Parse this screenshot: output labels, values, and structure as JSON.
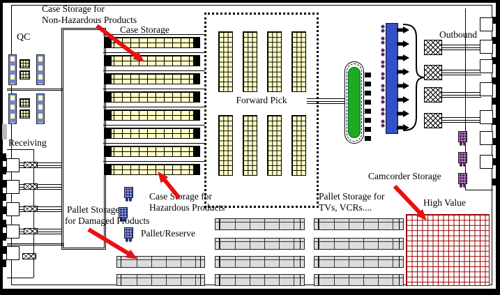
{
  "labels": {
    "qc": "QC",
    "receiving": "Receiving",
    "case_storage": "Case Storage",
    "case_storage_nonhaz_1": "Case Storage for",
    "case_storage_nonhaz_2": "Non-Hazardous Products",
    "forward_pick": "Forward Pick",
    "outbound": "Outbound",
    "case_storage_haz_1": "Case Storage for",
    "case_storage_haz_2": "Hazardous Products",
    "pallet_damaged_1": "Pallet Storage",
    "pallet_damaged_2": "for Damaged Products",
    "pallet_reserve": "Pallet/Reserve",
    "pallet_tvs_1": "Pallet Storage for",
    "pallet_tvs_2": "TVs, VCRs....",
    "camcorder_storage": "Camcorder Storage",
    "high_value": "High Value"
  },
  "colors": {
    "rack_yellow": "#ffffc4",
    "rack_gray": "#dcdcdc",
    "conveyor_green": "#1faa1f",
    "sorter_blue": "#3350c8",
    "cage_red": "#990000",
    "arrow_red": "#e81111",
    "qc_station_blue": "#7585c8",
    "forklift_navy": "#26348c",
    "forklift_purple": "#5c2064"
  },
  "icons": {
    "red_arrow": "red-pointer-arrow-icon",
    "forklift": "forklift-icon",
    "dock_door": "dock-door-icon",
    "crosshatch_staging": "staging-area-icon",
    "brace": "grouping-brace-icon"
  }
}
